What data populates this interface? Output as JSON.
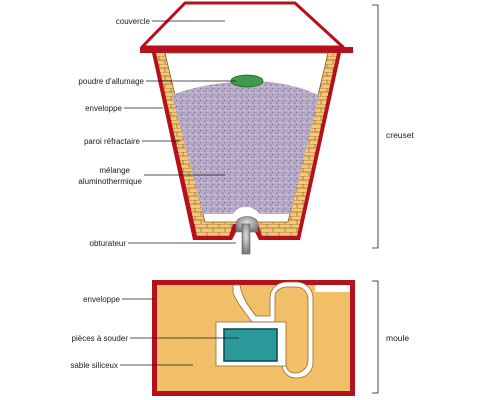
{
  "labels": {
    "couvercle": "couvercle",
    "poudre_allumage": "poudre d'allumage",
    "enveloppe_top": "enveloppe",
    "paroi_refractaire": "paroi réfractaire",
    "melange_line1": "mélange",
    "melange_line2": "aluminothermique",
    "obturateur": "obturateur",
    "enveloppe_bottom": "enveloppe",
    "pieces_a_souder": "pièces à souder",
    "sable_siliceux": "sable siliceux"
  },
  "groups": {
    "creuset": "creuset",
    "moule": "moule"
  },
  "colors": {
    "shell_red": "#b5101c",
    "brick_fill": "#f2c87a",
    "brick_line": "#9e6a2b",
    "mixture": "#b7a9c8",
    "ignition_powder": "#3f9a4a",
    "sand": "#f3c06a",
    "workpiece": "#2a9a9a",
    "plug": "#8c8c8c"
  }
}
